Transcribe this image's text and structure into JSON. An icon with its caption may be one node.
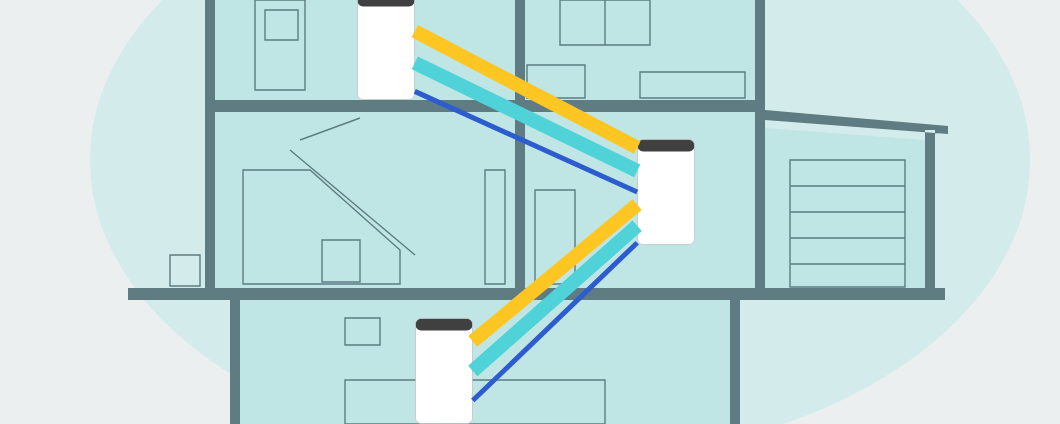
{
  "diagram": {
    "nodes": [
      {
        "text": [],
        "shape": "cylinder"
      },
      {
        "text": [],
        "shape": "cylinder"
      },
      {
        "text": [],
        "shape": "cylinder"
      }
    ],
    "edges": [
      {
        "from": 0,
        "to": 1,
        "arrow": "none",
        "color": "#fdc623"
      },
      {
        "from": 0,
        "to": 1,
        "arrow": "none",
        "color": "#4fd3d8"
      },
      {
        "from": 0,
        "to": 1,
        "arrow": "none",
        "color": "#2d5ccf"
      },
      {
        "from": 1,
        "to": 2,
        "arrow": "none",
        "color": "#fdc623"
      },
      {
        "from": 1,
        "to": 2,
        "arrow": "none",
        "color": "#4fd3d8"
      },
      {
        "from": 1,
        "to": 2,
        "arrow": "none",
        "color": "#2d5ccf"
      }
    ]
  }
}
